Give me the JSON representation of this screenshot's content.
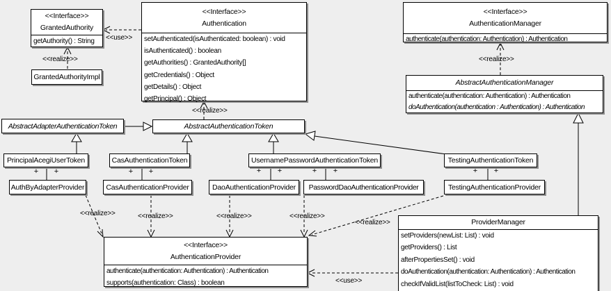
{
  "diagram": {
    "background": "#eeeeee",
    "box_fill": "#ffffff",
    "box_border": "#000000",
    "shadow_color": "#8f8f8f",
    "label_use": "<<use>>",
    "label_realize": "<<realize>>",
    "plus": "+"
  },
  "classes": {
    "granted_authority": {
      "stereotype": "<<Interface>>",
      "name": "GrantedAuthority",
      "methods": [
        "getAuthority() : String"
      ]
    },
    "granted_authority_impl": {
      "name": "GrantedAuthorityImpl"
    },
    "authentication": {
      "stereotype": "<<Interface>>",
      "name": "Authentication",
      "methods": [
        "setAuthenticated(isAuthenticated: boolean) : void",
        "isAuthenticated() : boolean",
        "getAuthorities() : GrantedAuthority[]",
        "getCredentials() : Object",
        "getDetails() : Object",
        "getPrincipal() : Object"
      ]
    },
    "authentication_manager": {
      "stereotype": "<<Interface>>",
      "name": "AuthenticationManager",
      "methods": [
        "authenticate(authentication: Authentication) : Authentication"
      ]
    },
    "abstract_authentication_manager": {
      "name": "AbstractAuthenticationManager",
      "methods": [
        "authenticate(authentication: Authentication) : Authentication",
        "doAuthentication(authentication : Authentication) : Authentication"
      ]
    },
    "abstract_adapter_authentication_token": {
      "name": "AbstractAdapterAuthenticationToken"
    },
    "abstract_authentication_token": {
      "name": "AbstractAuthenticationToken"
    },
    "principal_acegi_user_token": {
      "name": "PrincipalAcegiUserToken"
    },
    "cas_authentication_token": {
      "name": "CasAuthenticationToken"
    },
    "username_password_authentication_token": {
      "name": "UsernamePasswordAuthenticationToken"
    },
    "testing_authentication_token": {
      "name": "TestingAuthenticationToken"
    },
    "auth_by_adapter_provider": {
      "name": "AuthByAdapterProvider"
    },
    "cas_authentication_provider": {
      "name": "CasAuthenticationProvider"
    },
    "dao_authentication_provider": {
      "name": "DaoAuthenticationProvider"
    },
    "password_dao_authentication_provider": {
      "name": "PasswordDaoAuthenticationProvider"
    },
    "testing_authentication_provider": {
      "name": "TestingAuthenticationProvider"
    },
    "authentication_provider": {
      "stereotype": "<<Interface>>",
      "name": "AuthenticationProvider",
      "methods": [
        "authenticate(authentication: Authentication) : Authentication",
        "supports(authentication: Class) : boolean"
      ]
    },
    "provider_manager": {
      "name": "ProviderManager",
      "methods": [
        "setProviders(newList: List) : void",
        "getProviders() : List",
        "afterPropertiesSet() : void",
        "doAuthentication(authentication: Authentication) : Authentication",
        "checkIfValidList(listToCheck: List) : void"
      ]
    }
  },
  "relationships": [
    {
      "from": "GrantedAuthorityImpl",
      "to": "GrantedAuthority",
      "type": "realize"
    },
    {
      "from": "Authentication",
      "to": "GrantedAuthority",
      "type": "use"
    },
    {
      "from": "AbstractAuthenticationToken",
      "to": "Authentication",
      "type": "realize"
    },
    {
      "from": "AbstractAuthenticationManager",
      "to": "AuthenticationManager",
      "type": "realize"
    },
    {
      "from": "AbstractAdapterAuthenticationToken",
      "to": "AbstractAuthenticationToken",
      "type": "generalization"
    },
    {
      "from": "PrincipalAcegiUserToken",
      "to": "AbstractAdapterAuthenticationToken",
      "type": "generalization"
    },
    {
      "from": "CasAuthenticationToken",
      "to": "AbstractAuthenticationToken",
      "type": "generalization"
    },
    {
      "from": "UsernamePasswordAuthenticationToken",
      "to": "AbstractAuthenticationToken",
      "type": "generalization"
    },
    {
      "from": "TestingAuthenticationToken",
      "to": "AbstractAuthenticationToken",
      "type": "generalization"
    },
    {
      "from": "ProviderManager",
      "to": "AbstractAuthenticationManager",
      "type": "generalization"
    },
    {
      "from": "PrincipalAcegiUserToken",
      "to": "AuthByAdapterProvider",
      "type": "association",
      "end_labels": [
        "+",
        "+"
      ]
    },
    {
      "from": "CasAuthenticationToken",
      "to": "CasAuthenticationProvider",
      "type": "association",
      "end_labels": [
        "+",
        "+"
      ]
    },
    {
      "from": "UsernamePasswordAuthenticationToken",
      "to": "DaoAuthenticationProvider",
      "type": "association",
      "end_labels": [
        "+",
        "+"
      ]
    },
    {
      "from": "UsernamePasswordAuthenticationToken",
      "to": "PasswordDaoAuthenticationProvider",
      "type": "association",
      "end_labels": [
        "+",
        "+"
      ]
    },
    {
      "from": "TestingAuthenticationToken",
      "to": "TestingAuthenticationProvider",
      "type": "association",
      "end_labels": [
        "+",
        "+"
      ]
    },
    {
      "from": "AuthByAdapterProvider",
      "to": "AuthenticationProvider",
      "type": "realize"
    },
    {
      "from": "CasAuthenticationProvider",
      "to": "AuthenticationProvider",
      "type": "realize"
    },
    {
      "from": "DaoAuthenticationProvider",
      "to": "AuthenticationProvider",
      "type": "realize"
    },
    {
      "from": "PasswordDaoAuthenticationProvider",
      "to": "AuthenticationProvider",
      "type": "realize"
    },
    {
      "from": "TestingAuthenticationProvider",
      "to": "AuthenticationProvider",
      "type": "realize"
    },
    {
      "from": "ProviderManager",
      "to": "AuthenticationProvider",
      "type": "use"
    }
  ]
}
